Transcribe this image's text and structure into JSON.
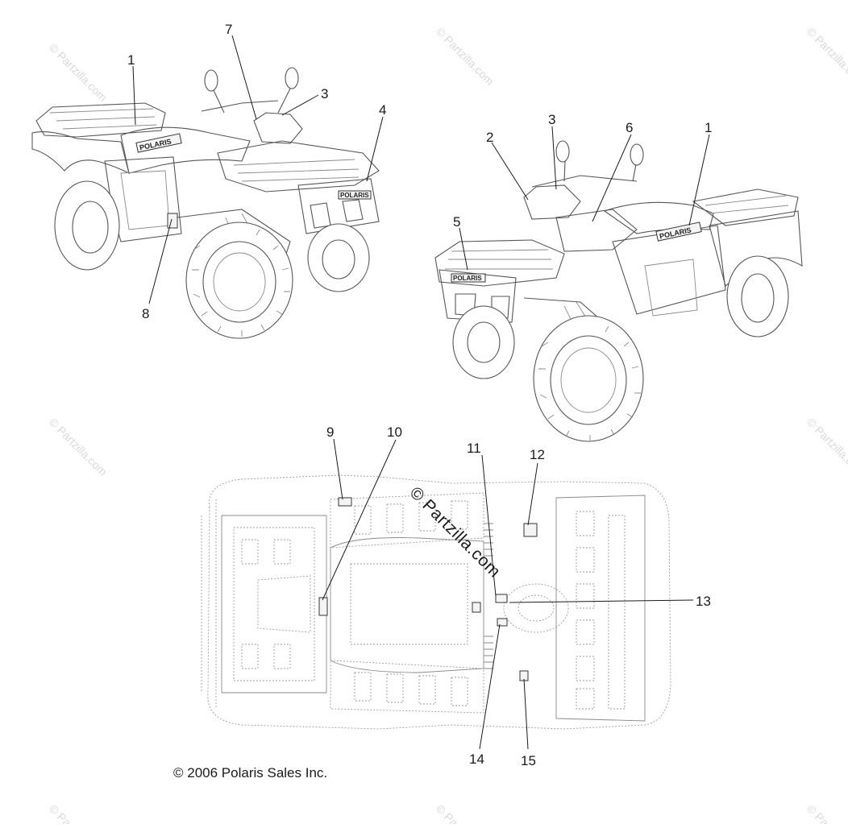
{
  "callouts": {
    "c1": "1",
    "c2": "2",
    "c3": "3",
    "c4": "4",
    "c5": "5",
    "c6": "6",
    "c7": "7",
    "c8": "8",
    "c9": "9",
    "c10": "10",
    "c11": "11",
    "c12": "12",
    "c13": "13",
    "c14": "14",
    "c15": "15"
  },
  "brand_decal_text": "POLARIS",
  "copyright": "© 2006 Polaris Sales Inc.",
  "watermark": "© Partzilla.com",
  "faint_watermark": "© Partzilla.com",
  "colors": {
    "line_art": "#555555",
    "text": "#1a1a1a",
    "faint_watermark": "#d9d9d9"
  }
}
